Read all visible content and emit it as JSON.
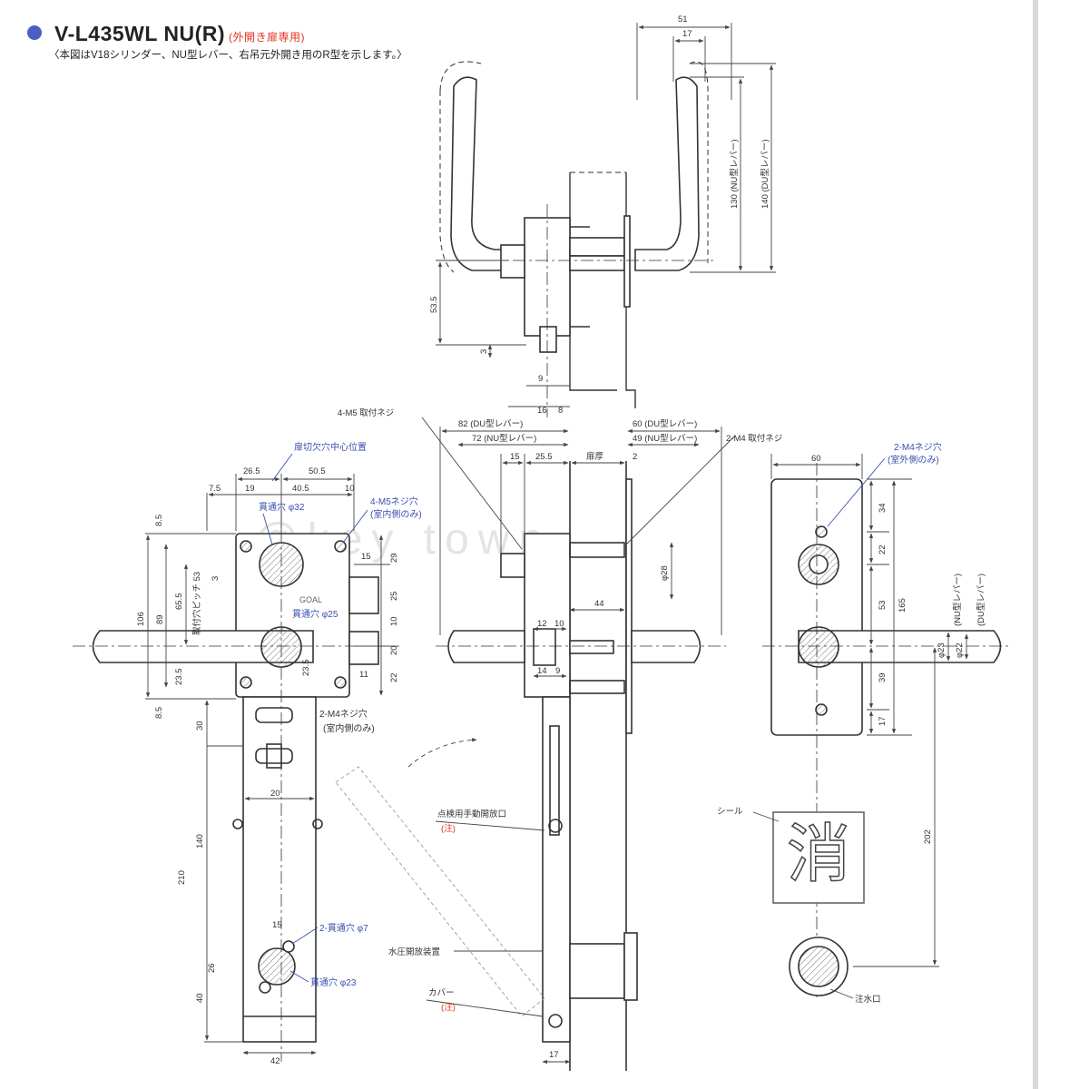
{
  "header": {
    "title": "V-L435WL NU(R)",
    "title_note": "(外開き扉専用)",
    "subtitle": "〈本図はV18シリンダー、NU型レバー、右吊元外開き用のR型を示します。〉",
    "bullet_color": "#4a5fc1",
    "accent_color": "#e0301e"
  },
  "labels": {
    "set_screw_4m5": "4-M5 取付ネジ",
    "set_screw_2m4": "2-M4 取付ネジ",
    "cutout_center": "扉切欠穴中心位置",
    "through_hole_32": "貫通穴 φ32",
    "m5_tap": "4-M5ネジ穴",
    "indoor_only": "(室内側のみ)",
    "through_hole_25": "貫通穴 φ25",
    "pitch_label": "取付穴ピッチ 53",
    "m4_tap_2": "2-M4ネジ穴",
    "m4_tap_2_outdoor": "2-M4ネジ穴",
    "outdoor_only": "(室外側のみ)",
    "through_hole_7": "2-貫通穴 φ7",
    "through_hole_23": "貫通穴 φ23",
    "inspection_port": "点検用手動開放口",
    "note": "(注)",
    "water_release": "水圧開放装置",
    "cover": "カバー",
    "seal": "シール",
    "seal_char": "消",
    "water_inlet": "注水口",
    "door_thickness": "扉厚",
    "nu_lever_130": "130 (NU型レバー)",
    "du_lever_140": "140 (DU型レバー)",
    "nu_lever": "(NU型レバー)",
    "du_lever": "(DU型レバー)",
    "du_82": "82 (DU型レバー)",
    "nu_72": "72 (NU型レバー)",
    "du_60": "60 (DU型レバー)",
    "nu_49": "49 (NU型レバー)",
    "brand": "GOAL",
    "watermark": "@key town"
  },
  "dims": {
    "d51": "51",
    "d17": "17",
    "d53_5": "53.5",
    "d3": "3",
    "d9": "9",
    "d16": "16",
    "d8": "8",
    "d15": "15",
    "d25_5": "25.5",
    "d2": "2",
    "d28": "φ28",
    "d44": "44",
    "d12": "12",
    "d10": "10",
    "d14": "14",
    "d26_5": "26.5",
    "d50_5": "50.5",
    "d7_5": "7.5",
    "d19": "19",
    "d40_5": "40.5",
    "d8_5": "8.5",
    "d106": "106",
    "d89": "89",
    "d65_5": "65.5",
    "d23_5": "23.5",
    "d29": "29",
    "d25": "25",
    "d20": "20",
    "d22": "22",
    "d11": "11",
    "d30": "30",
    "d140": "140",
    "d210": "210",
    "d40": "40",
    "d26": "26",
    "d42": "42",
    "d60": "60",
    "d34": "34",
    "d53": "53",
    "d165": "165",
    "d39": "39",
    "d23": "φ23",
    "d22p": "φ22",
    "d202": "202"
  }
}
